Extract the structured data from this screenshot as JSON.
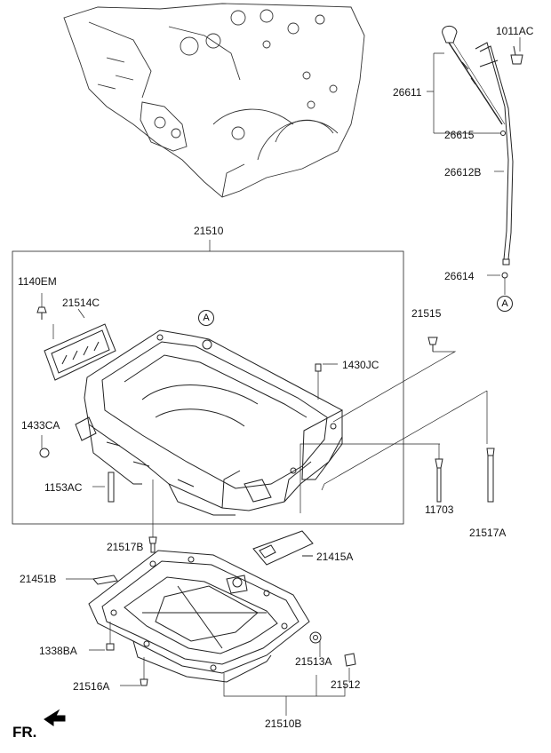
{
  "diagram": {
    "parts": [
      {
        "id": "p1011AC",
        "number": "1011AC"
      },
      {
        "id": "p26611",
        "number": "26611"
      },
      {
        "id": "p26615",
        "number": "26615"
      },
      {
        "id": "p26612B",
        "number": "26612B"
      },
      {
        "id": "p26614",
        "number": "26614"
      },
      {
        "id": "p21510",
        "number": "21510"
      },
      {
        "id": "p1140EM",
        "number": "1140EM"
      },
      {
        "id": "p21514C",
        "number": "21514C"
      },
      {
        "id": "p21515",
        "number": "21515"
      },
      {
        "id": "p1430JC",
        "number": "1430JC"
      },
      {
        "id": "p1433CA",
        "number": "1433CA"
      },
      {
        "id": "p1153AC",
        "number": "1153AC"
      },
      {
        "id": "p11703",
        "number": "11703"
      },
      {
        "id": "p21517A",
        "number": "21517A"
      },
      {
        "id": "p21517B",
        "number": "21517B"
      },
      {
        "id": "p21415A",
        "number": "21415A"
      },
      {
        "id": "p21451B",
        "number": "21451B"
      },
      {
        "id": "p1338BA",
        "number": "1338BA"
      },
      {
        "id": "p21513A",
        "number": "21513A"
      },
      {
        "id": "p21512",
        "number": "21512"
      },
      {
        "id": "p21516A",
        "number": "21516A"
      },
      {
        "id": "p21510B",
        "number": "21510B"
      }
    ],
    "reference_marks": [
      {
        "id": "refA_top",
        "letter": "A"
      },
      {
        "id": "refA_pan",
        "letter": "A"
      }
    ],
    "direction_label": "FR."
  }
}
